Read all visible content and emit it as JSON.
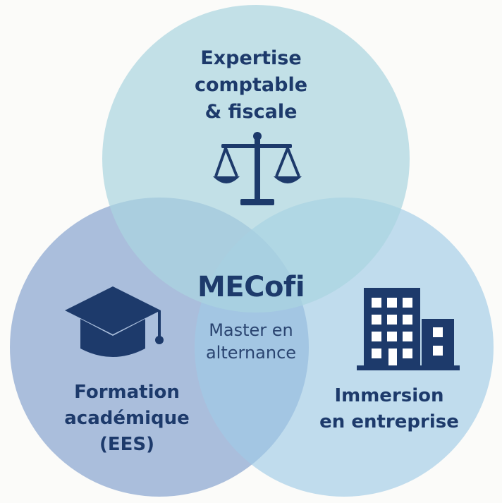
{
  "diagram": {
    "center": {
      "title": "MECofi",
      "subtitle_lines": [
        "Master en",
        "alternance"
      ]
    },
    "circles": [
      {
        "id": "top",
        "label_lines": [
          "Expertise",
          "comptable",
          "& fiscale"
        ],
        "icon": "balance-scale-icon",
        "color": "#a9d4df"
      },
      {
        "id": "left",
        "label_lines": [
          "Formation",
          "académique",
          "(EES)"
        ],
        "icon": "graduation-cap-icon",
        "color": "#8fa9d2"
      },
      {
        "id": "right",
        "label_lines": [
          "Immersion",
          "en entreprise"
        ],
        "icon": "office-building-icon",
        "color": "#9fcbe6"
      }
    ],
    "icon_color": "#1d3a6b"
  }
}
